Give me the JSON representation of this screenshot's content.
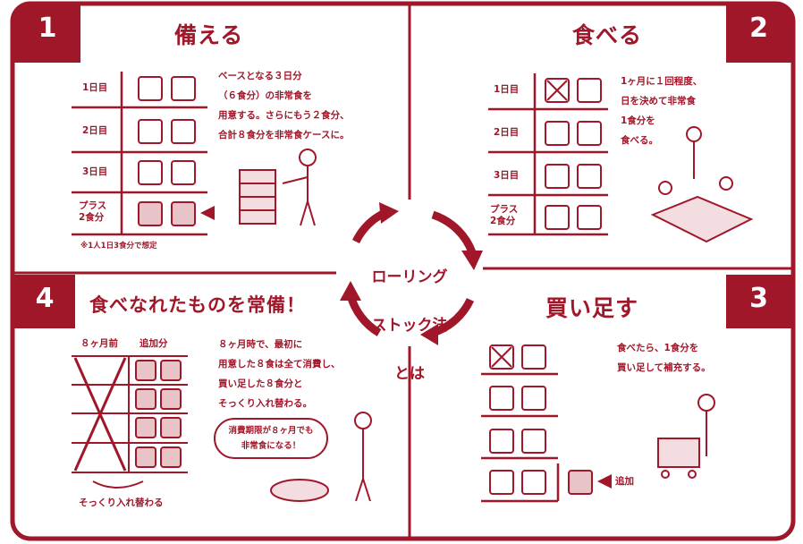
{
  "center": {
    "line1": "ローリング",
    "line2": "ストック法",
    "line3": "とは"
  },
  "panels": [
    {
      "number": "1",
      "title": "備える",
      "description": "ベースとなる３日分\n（６食分）の非常食を\n用意する。さらにもう２食分、\n合計８食分を非常食ケースに。",
      "rows": [
        "1日目",
        "2日目",
        "3日目",
        "プラス\n2食分"
      ],
      "footnote": "※1人1日3食分で想定"
    },
    {
      "number": "2",
      "title": "食べる",
      "description": "1ヶ月に１回程度、\n日を決めて非常食\n1食分を\n食べる。",
      "rows": [
        "1日目",
        "2日目",
        "3日目",
        "プラス\n2食分"
      ]
    },
    {
      "number": "3",
      "title": "買い足す",
      "description": "食べたら、1食分を\n買い足して補充する。",
      "add_label": "追加"
    },
    {
      "number": "4",
      "title": "食べなれたものを常備！",
      "description": "８ヶ月時で、最初に\n用意した８食は全て消費し、\n買い足した８食分と\nそっくり入れ替わる。",
      "col_before": "８ヶ月前",
      "col_added": "追加分",
      "swap_label": "そっくり入れ替わる",
      "bubble": "消費期限が８ヶ月でも\n非常食になる！"
    }
  ],
  "colors": {
    "primary": "#a0172a",
    "background": "#ffffff"
  }
}
